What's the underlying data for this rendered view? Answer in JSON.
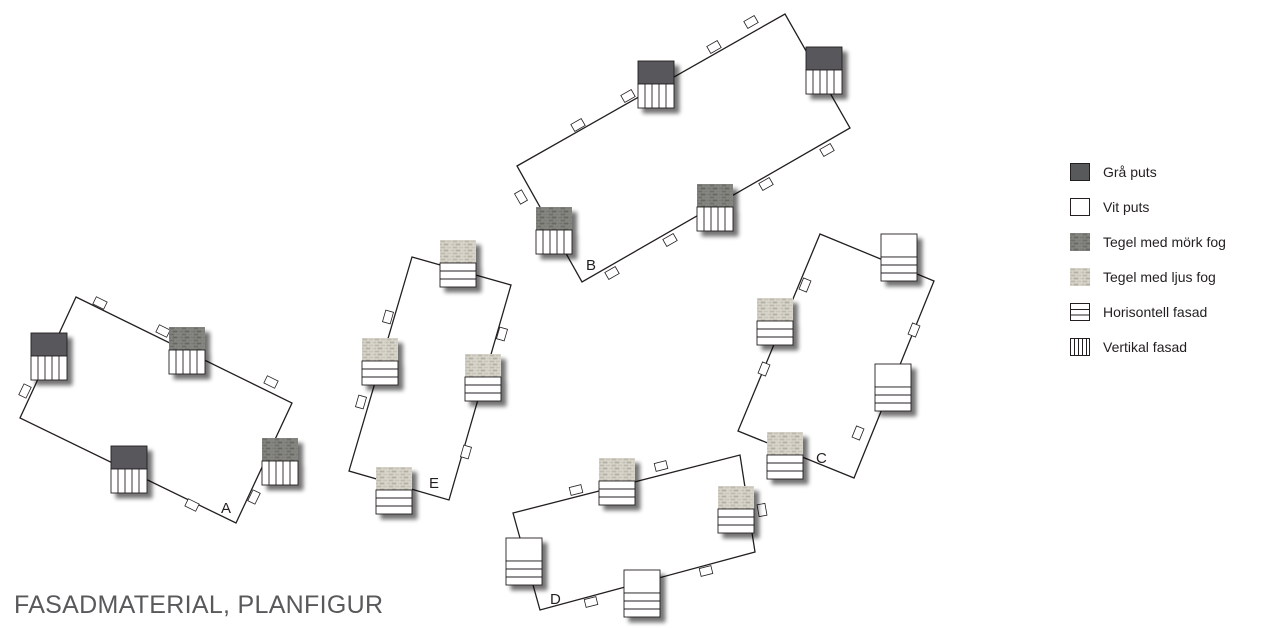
{
  "title": "FASADMATERIAL, PLANFIGUR",
  "colors": {
    "gray_render": "#58595b",
    "white_render": "#ffffff",
    "outline": "#231f20",
    "brick_dark_joint": "#8a8a86",
    "brick_light_joint": "#d3d0c6",
    "shadow": "#9c9c9c",
    "title": "#58595b"
  },
  "legend": [
    {
      "key": "gray",
      "label": "Grå puts"
    },
    {
      "key": "white",
      "label": "Vit puts"
    },
    {
      "key": "brick_dark",
      "label": "Tegel med mörk fog"
    },
    {
      "key": "brick_light",
      "label": "Tegel med ljus fog"
    },
    {
      "key": "horizontal",
      "label": "Horisontell fasad"
    },
    {
      "key": "vertical",
      "label": "Vertikal fasad"
    }
  ],
  "buildings": [
    {
      "label": "A",
      "markers": [
        {
          "material": "gray",
          "cladding": "vertical"
        },
        {
          "material": "brick_dark",
          "cladding": "vertical"
        },
        {
          "material": "gray",
          "cladding": "vertical"
        },
        {
          "material": "brick_dark",
          "cladding": "vertical"
        }
      ]
    },
    {
      "label": "B",
      "markers": [
        {
          "material": "gray",
          "cladding": "vertical"
        },
        {
          "material": "gray",
          "cladding": "vertical"
        },
        {
          "material": "brick_dark",
          "cladding": "vertical"
        },
        {
          "material": "brick_dark",
          "cladding": "vertical"
        }
      ]
    },
    {
      "label": "C",
      "markers": [
        {
          "material": "white",
          "cladding": "horizontal"
        },
        {
          "material": "brick_light",
          "cladding": "horizontal"
        },
        {
          "material": "white",
          "cladding": "horizontal"
        },
        {
          "material": "brick_light",
          "cladding": "horizontal"
        }
      ]
    },
    {
      "label": "D",
      "markers": [
        {
          "material": "brick_light",
          "cladding": "horizontal"
        },
        {
          "material": "brick_light",
          "cladding": "horizontal"
        },
        {
          "material": "white",
          "cladding": "horizontal"
        },
        {
          "material": "white",
          "cladding": "horizontal"
        }
      ]
    },
    {
      "label": "E",
      "markers": [
        {
          "material": "brick_light",
          "cladding": "horizontal"
        },
        {
          "material": "brick_light",
          "cladding": "horizontal"
        },
        {
          "material": "brick_light",
          "cladding": "horizontal"
        },
        {
          "material": "brick_light",
          "cladding": "horizontal"
        }
      ]
    }
  ]
}
